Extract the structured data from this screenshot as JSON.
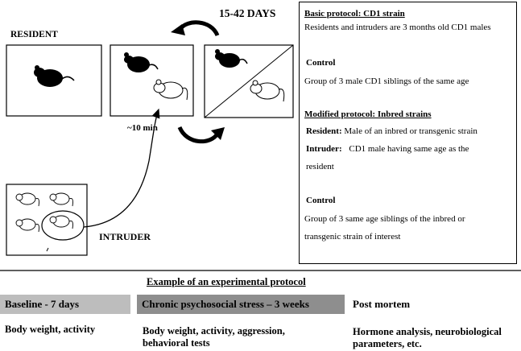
{
  "diagram": {
    "duration_label": "15-42 DAYS",
    "resident_label": "RESIDENT",
    "intruder_label": "INTRUDER",
    "time_label": "~10 min"
  },
  "protocol_panel": {
    "basic_heading": "Basic protocol: CD1 strain",
    "basic_text": "Residents and intruders are 3 months old CD1 males",
    "control1_heading": "Control",
    "control1_text": "Group of 3 male CD1 siblings of the same age",
    "modified_heading": "Modified protocol: Inbred strains",
    "resident_key": "Resident:",
    "resident_text": "Male of an inbred or transgenic strain",
    "intruder_key": "Intruder:",
    "intruder_text_1": "CD1 male having same age as the",
    "intruder_text_2": "resident",
    "control2_heading": "Control",
    "control2_text_1": "Group of 3 same age siblings of the inbred or",
    "control2_text_2": "transgenic strain of interest"
  },
  "timeline": {
    "title": "Example of an experimental protocol",
    "phases": [
      {
        "label": "Baseline - 7 days",
        "measures_1": "Body weight, activity",
        "measures_2": "",
        "color": "#bdbdbd"
      },
      {
        "label": "Chronic psychosocial stress – 3 weeks",
        "measures_1": "Body weight, activity, aggression,",
        "measures_2": "behavioral tests",
        "color": "#8e8e8e"
      },
      {
        "label": "Post mortem",
        "measures_1": "Hormone analysis,  neurobiological",
        "measures_2": "parameters, etc.",
        "color": "#ffffff"
      }
    ]
  }
}
